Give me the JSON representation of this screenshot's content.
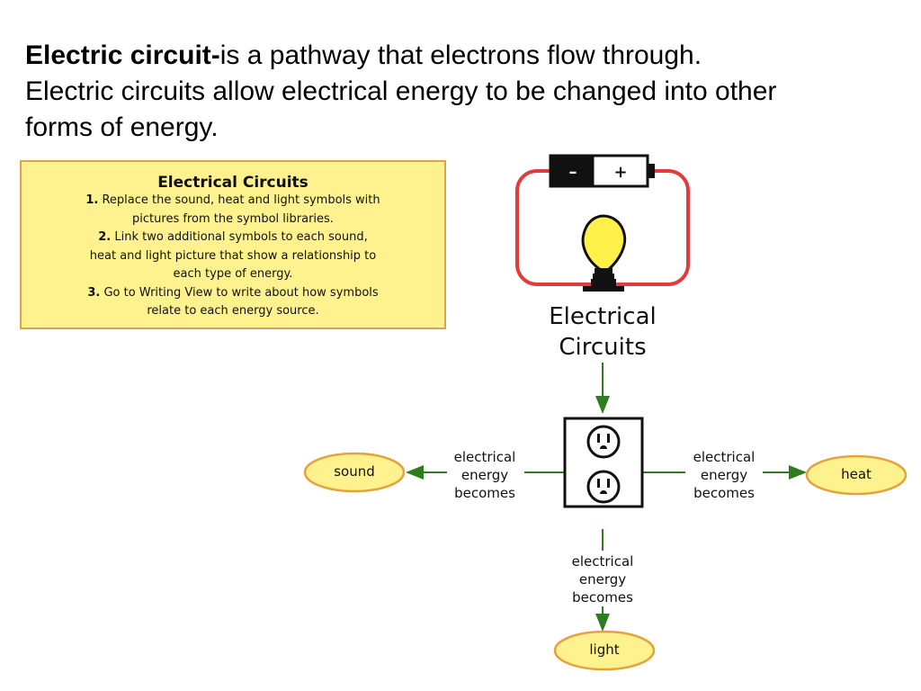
{
  "heading": {
    "term": "Electric circuit-",
    "definition": "is a pathway that electrons flow through.",
    "line2": "Electric circuits allow electrical energy to be changed into other",
    "line3": "forms of energy."
  },
  "instructions": {
    "title": "Electrical Circuits",
    "items": [
      {
        "num": "1.",
        "lines": [
          "Replace the sound, heat and light symbols with",
          "pictures from the symbol libraries."
        ]
      },
      {
        "num": "2.",
        "lines": [
          "Link two additional symbols to each sound,",
          "heat and light picture that show a relationship to",
          "each type of energy."
        ]
      },
      {
        "num": "3.",
        "lines": [
          "Go to Writing View to write about how symbols",
          "relate to each energy source."
        ]
      }
    ]
  },
  "diagram": {
    "battery": {
      "minus": "–",
      "plus": "+"
    },
    "center_label_line1": "Electrical",
    "center_label_line2": "Circuits",
    "link_text": [
      "electrical",
      "energy",
      "becomes"
    ],
    "nodes": {
      "sound": "sound",
      "heat": "heat",
      "light": "light"
    },
    "colors": {
      "wire": "#e03c3c",
      "arrow": "#2e7d1e",
      "node_fill": "#fdf28d",
      "node_stroke": "#e6a23c",
      "box_fill": "#fdf28d"
    }
  }
}
